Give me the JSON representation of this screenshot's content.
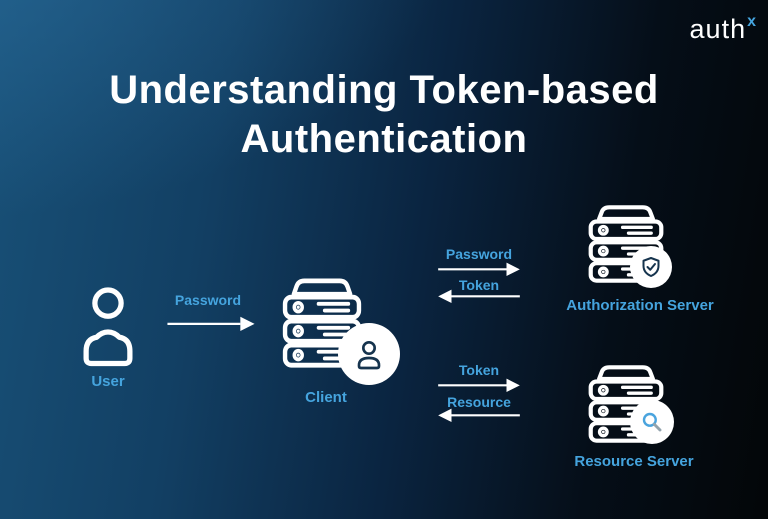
{
  "logo": {
    "text": "auth",
    "sup": "x"
  },
  "title": {
    "line1": "Understanding Token-based",
    "line2": "Authentication"
  },
  "nodes": {
    "user": {
      "label": "User"
    },
    "client": {
      "label": "Client"
    },
    "auth_server": {
      "label": "Authorization Server"
    },
    "resource_server": {
      "label": "Resource Server"
    }
  },
  "flows": {
    "user_to_client": {
      "label": "Password",
      "direction": "right"
    },
    "client_to_auth": {
      "request": "Password",
      "response": "Token"
    },
    "client_to_resource": {
      "request": "Token",
      "response": "Resource"
    }
  },
  "colors": {
    "accent": "#45a4de",
    "white": "#ffffff",
    "icon_dark": "#16344e",
    "magnifier_ring": "#4aa4de",
    "magnifier_handle": "#93a3ad",
    "bg_light": "#185077",
    "bg_dark": "#030608"
  }
}
